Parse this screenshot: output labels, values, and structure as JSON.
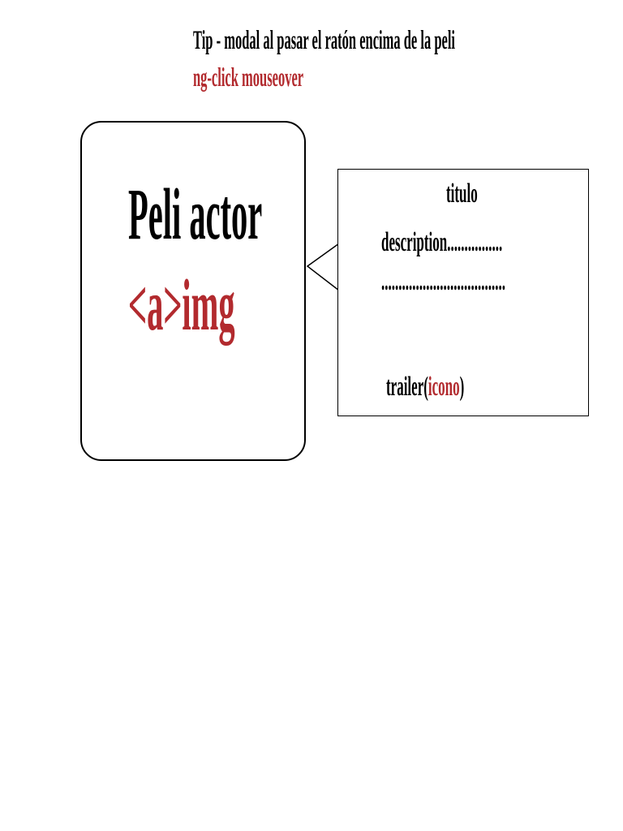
{
  "colors": {
    "text": "#000000",
    "accent": "#b22a2e",
    "border": "#000000"
  },
  "header": {
    "line1": "Tip - modal al pasar el ratón encima de la peli",
    "line2": "ng-click mouseover"
  },
  "card": {
    "title": "Peli actor",
    "subtitle": "<a>img"
  },
  "modal": {
    "title": "titulo",
    "description_line1": "description................",
    "description_line2": "....................................",
    "trailer_label": "trailer(",
    "trailer_icon": "icono",
    "trailer_close": ")"
  }
}
